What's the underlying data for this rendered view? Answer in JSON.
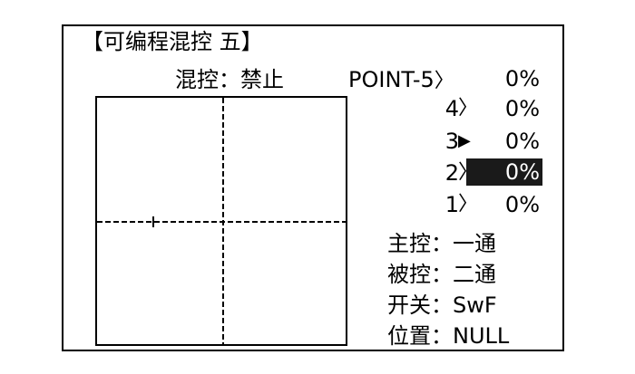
{
  "title": "【可编程混控 五】",
  "mix": {
    "label": "混控：",
    "value": "禁止"
  },
  "points": [
    {
      "num": "POINT-5",
      "arrow": "〉",
      "value": "0%",
      "selected": false,
      "active": false
    },
    {
      "num": "4",
      "arrow": "〉",
      "value": "0%",
      "selected": false,
      "active": false
    },
    {
      "num": "3",
      "arrow": "▶",
      "value": "0%",
      "selected": false,
      "active": true
    },
    {
      "num": "2",
      "arrow": "〉",
      "value": "0%",
      "selected": true,
      "active": false
    },
    {
      "num": "1",
      "arrow": "〉",
      "value": "0%",
      "selected": false,
      "active": false
    }
  ],
  "info": [
    {
      "label": "主控：",
      "value": "一通"
    },
    {
      "label": "被控：",
      "value": "二通"
    },
    {
      "label": "开关：",
      "value": "SwF"
    },
    {
      "label": "位置：",
      "value": "NULL"
    }
  ],
  "colors": {
    "fg": "#000000",
    "bg": "#ffffff",
    "highlight": "#1a1a1a"
  }
}
